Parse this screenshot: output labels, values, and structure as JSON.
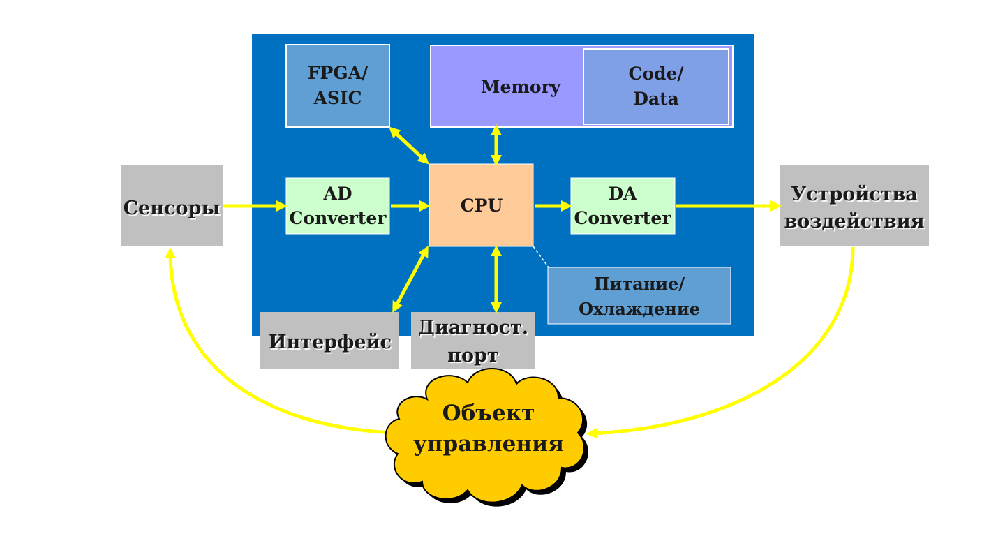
{
  "colors": {
    "board": "#0070c0",
    "fpga": "#5f9fd4",
    "memory": "#9999ff",
    "code_data": "#7f9fe6",
    "converter": "#ccffcc",
    "cpu": "#ffcc99",
    "power": "#5f9fd4",
    "gray_box": "#c0c0c0",
    "arrow": "#ffff00",
    "cloud": "#ffcc00"
  },
  "blocks": {
    "fpga": [
      "FPGA/",
      "ASIC"
    ],
    "memory": "Memory",
    "code_data": [
      "Code/",
      "Data"
    ],
    "ad_converter": [
      "AD",
      "Converter"
    ],
    "cpu": "CPU",
    "da_converter": [
      "DA",
      "Converter"
    ],
    "power": [
      "Питание/",
      "Охлаждение"
    ],
    "sensors": "Сенсоры",
    "actuators": [
      "Устройства",
      "воздействия"
    ],
    "interface": "Интерфейс",
    "diag_port": [
      "Диагност.",
      "порт"
    ],
    "control_object": [
      "Объект",
      "управления"
    ]
  }
}
